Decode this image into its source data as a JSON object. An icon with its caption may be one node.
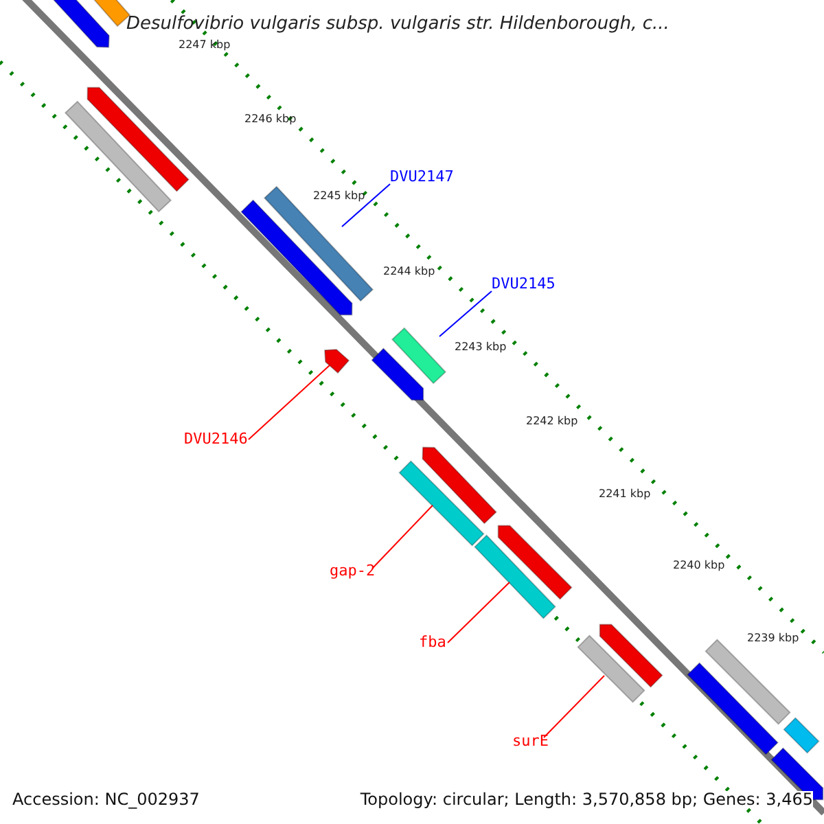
{
  "diagram": {
    "title": "Desulfovibrio vulgaris subsp. vulgaris str. Hildenborough, c...",
    "nodes": [
      {
        "text": [],
        "shape": "bar"
      },
      {
        "text": [],
        "shape": "bar"
      },
      {
        "text": [],
        "shape": "bar"
      },
      {
        "text": [],
        "shape": "bar"
      },
      {
        "text": [
          "DVU2147"
        ]
      },
      {
        "text": [],
        "shape": "bar"
      },
      {
        "text": [],
        "shape": "bar"
      },
      {
        "text": [
          "DVU2145"
        ]
      },
      {
        "text": [],
        "shape": "bar"
      },
      {
        "text": [],
        "shape": "bar"
      },
      {
        "text": [],
        "shape": "bar"
      },
      {
        "text": [
          "DVU2146"
        ]
      },
      {
        "text": [],
        "shape": "bar"
      },
      {
        "text": [],
        "shape": "bar"
      },
      {
        "text": [],
        "shape": "bar"
      },
      {
        "text": [],
        "shape": "bar"
      },
      {
        "text": [
          "gap-2"
        ]
      },
      {
        "text": [],
        "shape": "bar"
      },
      {
        "text": [],
        "shape": "bar"
      },
      {
        "text": [
          "fba"
        ]
      },
      {
        "text": [],
        "shape": "bar"
      },
      {
        "text": [],
        "shape": "bar"
      },
      {
        "text": [],
        "shape": "bar"
      },
      {
        "text": [
          "surE"
        ]
      },
      {
        "text": [],
        "shape": "bar"
      }
    ],
    "edges": [
      {
        "from": 4,
        "to": 5,
        "arrow": "none",
        "color": "#0000ff"
      },
      {
        "from": 7,
        "to": 8,
        "arrow": "none",
        "color": "#0000ff"
      },
      {
        "from": 11,
        "to": 10,
        "arrow": "none"
      },
      {
        "from": 16,
        "to": 13,
        "arrow": "none"
      },
      {
        "from": 19,
        "to": 15,
        "arrow": "none"
      },
      {
        "from": 23,
        "to": 18,
        "arrow": "none"
      }
    ],
    "labels": [
      "2247 kbp",
      "2246 kbp",
      "2245 kbp",
      "2244 kbp",
      "2243 kbp",
      "2242 kbp",
      "2241 kbp",
      "2240 kbp",
      "2239 kbp",
      "Accession: NC_002937",
      "Topology: circular; Length: 3,570,858 bp; Genes: 3,465"
    ]
  }
}
